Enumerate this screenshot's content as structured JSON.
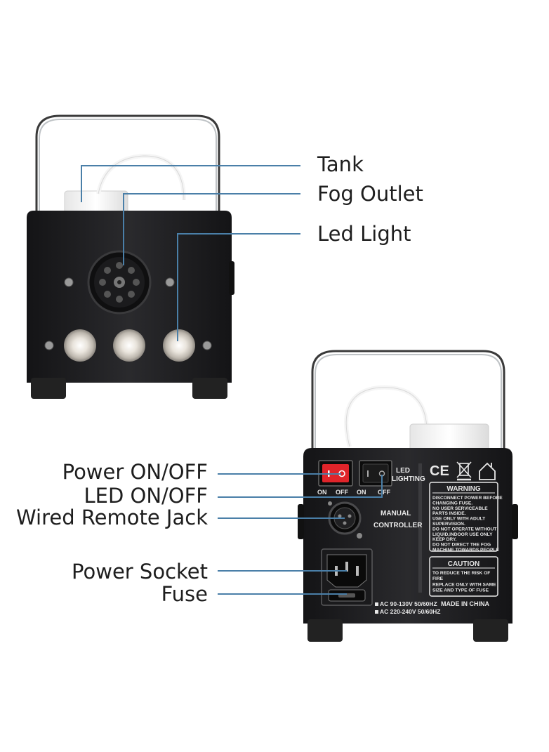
{
  "front_labels": {
    "tank": "Tank",
    "fog_outlet": "Fog Outlet",
    "led_light": "Led Light"
  },
  "rear_labels": {
    "power_switch": "Power ON/OFF",
    "led_switch": "LED ON/OFF",
    "remote_jack": "Wired Remote Jack",
    "power_socket": "Power Socket",
    "fuse": "Fuse"
  },
  "panel_text": {
    "led_lighting_1": "LED",
    "led_lighting_2": "LIGHTING",
    "on": "ON",
    "off": "OFF",
    "manual_1": "MANUAL",
    "manual_2": "CONTROLLER",
    "warning_title": "WARNING",
    "warning_lines": [
      "DISCONNECT POWER BEFORE",
      "CHANGING FUSE.",
      "NO USER SERVICEABLE",
      "PARTS INSIDE.",
      "USE ONLY WITH ADULT",
      "SUPERVISION.",
      "DO NOT OPERATE WITHOUT",
      "LIQUID,INDOOR USE ONLY",
      "KEEP DRY.",
      "DO NOT DIRECT THE FOG",
      "MACHINE TOWARDS PEOPLE"
    ],
    "caution_title": "CAUTION",
    "caution_lines": [
      "TO REDUCE THE RISK OF",
      "FIRE",
      "REPLACE ONLY WITH SAME",
      "SIZE AND TYPE OF FUSE"
    ],
    "voltage_1": "AC 90-130V 50/60HZ",
    "voltage_2": "AC 220-240V 50/60HZ",
    "made_in": "MADE IN CHINA",
    "ce_mark": "CE"
  },
  "colors": {
    "leader_line": "#4a7fa8",
    "body_dark": "#1d1d1f",
    "power_switch_red": "#e0242a"
  }
}
